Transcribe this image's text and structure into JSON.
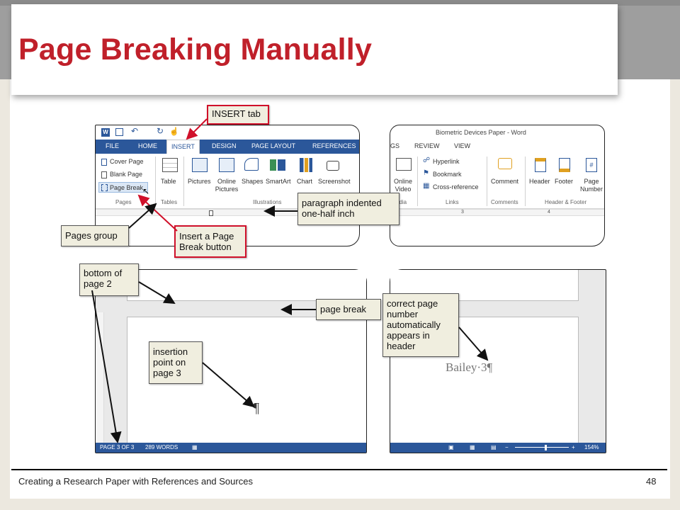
{
  "slide": {
    "title": "Page Breaking Manually",
    "footer_text": "Creating a Research Paper with References and Sources",
    "page_number": "48"
  },
  "word_left_top": {
    "tabs": [
      "FILE",
      "HOME",
      "INSERT",
      "DESIGN",
      "PAGE LAYOUT",
      "REFERENCES"
    ],
    "active_tab": "INSERT",
    "pages_group": {
      "cover_page": "Cover Page",
      "blank_page": "Blank Page",
      "page_break": "Page Break",
      "label": "Pages"
    },
    "tables_group": {
      "table": "Table",
      "label": "Tables"
    },
    "illustrations_group": {
      "pictures": "Pictures",
      "online_pictures_1": "Online",
      "online_pictures_2": "Pictures",
      "shapes": "Shapes",
      "smartart": "SmartArt",
      "chart": "Chart",
      "screenshot": "Screenshot",
      "label": "Illustrations"
    }
  },
  "word_right_top": {
    "window_title": "Biometric Devices Paper - Word",
    "tabs": [
      "GS",
      "REVIEW",
      "VIEW"
    ],
    "media_group": {
      "online_video_1": "Online",
      "online_video_2": "Video",
      "label": "edia"
    },
    "links_group": {
      "hyperlink": "Hyperlink",
      "bookmark": "Bookmark",
      "cross_reference": "Cross-reference",
      "label": "Links"
    },
    "comments_group": {
      "comment": "Comment",
      "label": "Comments"
    },
    "header_footer_group": {
      "header": "Header",
      "footer": "Footer",
      "page_number_1": "Page",
      "page_number_2": "Number",
      "label": "Header & Footer"
    },
    "ruler_marks": [
      "3",
      "4"
    ]
  },
  "word_bottom": {
    "status_page": "PAGE 3 OF 3",
    "status_words": "289 WORDS",
    "zoom": "154%",
    "header_text": "Bailey·3¶",
    "paragraph_mark": "¶"
  },
  "callouts": {
    "insert_tab": "INSERT tab",
    "pages_group": "Pages group",
    "insert_page_break": "Insert a Page Break button",
    "paragraph_indented": "paragraph indented one-half inch",
    "bottom_of_page": "bottom of page 2",
    "page_break": "page break",
    "correct_page_number": "correct page number automatically appears in header",
    "insertion_point": "insertion point on page 3"
  },
  "colors": {
    "title_red": "#c0202a",
    "word_blue": "#2b579a",
    "callout_red": "#d0102a",
    "callout_fill": "#f0eedf"
  }
}
